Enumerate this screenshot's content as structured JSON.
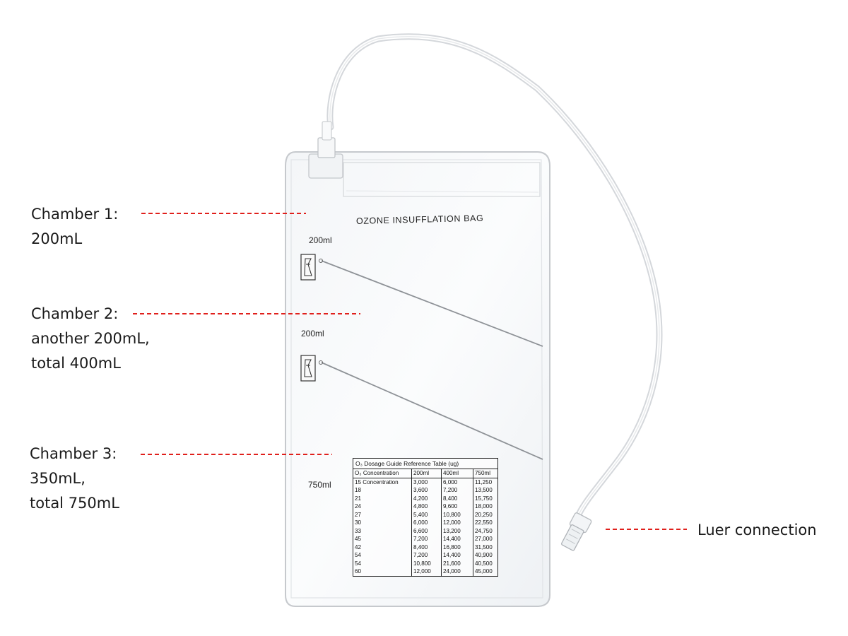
{
  "callouts": {
    "chamber1": {
      "line1": "Chamber 1:",
      "line2": "200mL"
    },
    "chamber2": {
      "line1": "Chamber 2:",
      "line2": "another 200mL,",
      "line3": "total 400mL"
    },
    "chamber3": {
      "line1": "Chamber 3:",
      "line2": "350mL,",
      "line3": "total 750mL"
    },
    "luer": {
      "line1": "Luer connection"
    }
  },
  "bag": {
    "title": "OZONE INSUFFLATION BAG",
    "levels": [
      "200ml",
      "200ml",
      "750ml"
    ]
  },
  "dosage_table": {
    "caption": "O₃ Dosage Guide Reference Table (ug)",
    "header": [
      "O₃ Concentration",
      "200ml",
      "400ml",
      "750ml"
    ],
    "rows": [
      [
        "15 Concentration",
        "3,000",
        "6,000",
        "11,250"
      ],
      [
        "18",
        "3,600",
        "7,200",
        "13,500"
      ],
      [
        "21",
        "4,200",
        "8,400",
        "15,750"
      ],
      [
        "24",
        "4,800",
        "9,600",
        "18,000"
      ],
      [
        "27",
        "5,400",
        "10,800",
        "20,250"
      ],
      [
        "30",
        "6,000",
        "12,000",
        "22,550"
      ],
      [
        "33",
        "6,600",
        "13,200",
        "24,750"
      ],
      [
        "45",
        "7,200",
        "14,400",
        "27,000"
      ],
      [
        "42",
        "8,400",
        "16,800",
        "31,500"
      ],
      [
        "54",
        "7,200",
        "14,400",
        "40,900"
      ],
      [
        "54",
        "10,800",
        "21,600",
        "40,500"
      ],
      [
        "60",
        "12,000",
        "24,000",
        "45,000"
      ]
    ]
  },
  "colors": {
    "leader_line": "#e0201c",
    "text": "#1a1a1a",
    "bag_outline": "#c9ccd0"
  }
}
